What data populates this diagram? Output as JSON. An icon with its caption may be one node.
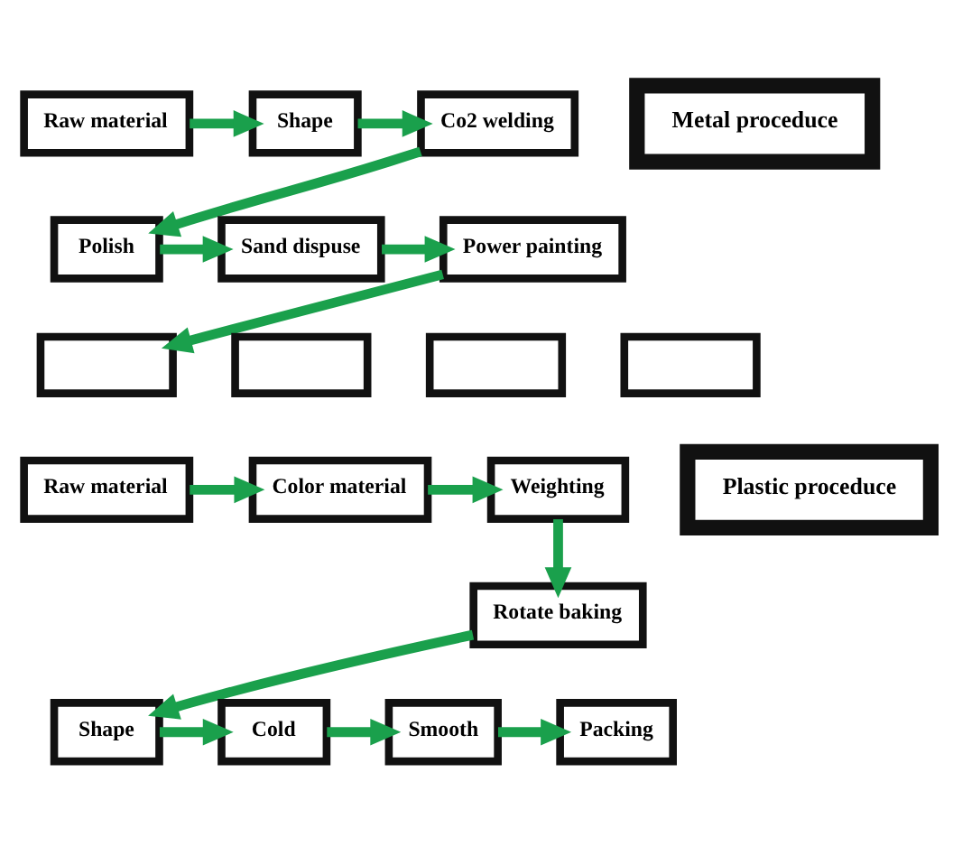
{
  "diagram": {
    "nodes": [
      {
        "text": [
          "Raw material"
        ]
      },
      {
        "text": [
          "Shape"
        ]
      },
      {
        "text": [
          "Co2 welding"
        ]
      },
      {
        "text": [
          "Metal proceduce"
        ]
      },
      {
        "text": [
          "Polish"
        ]
      },
      {
        "text": [
          "Sand dispuse"
        ]
      },
      {
        "text": [
          "Power painting"
        ]
      },
      {
        "text": [],
        "shape": "box"
      },
      {
        "text": [],
        "shape": "box"
      },
      {
        "text": [],
        "shape": "box"
      },
      {
        "text": [],
        "shape": "box"
      },
      {
        "text": [
          "Raw material"
        ]
      },
      {
        "text": [
          "Color material"
        ]
      },
      {
        "text": [
          "Weighting"
        ]
      },
      {
        "text": [
          "Plastic proceduce"
        ]
      },
      {
        "text": [
          "Rotate baking"
        ]
      },
      {
        "text": [
          "Shape"
        ]
      },
      {
        "text": [
          "Cold"
        ]
      },
      {
        "text": [
          "Smooth"
        ]
      },
      {
        "text": [
          "Packing"
        ]
      }
    ],
    "edges": [
      {
        "from": 0,
        "to": 1,
        "arrow": "to"
      },
      {
        "from": 1,
        "to": 2,
        "arrow": "to"
      },
      {
        "from": 2,
        "to": 4,
        "arrow": "to"
      },
      {
        "from": 4,
        "to": 5,
        "arrow": "to"
      },
      {
        "from": 5,
        "to": 6,
        "arrow": "to"
      },
      {
        "from": 6,
        "to": 7,
        "arrow": "to"
      },
      {
        "from": 11,
        "to": 12,
        "arrow": "to"
      },
      {
        "from": 12,
        "to": 13,
        "arrow": "to"
      },
      {
        "from": 13,
        "to": 15,
        "arrow": "to"
      },
      {
        "from": 15,
        "to": 16,
        "arrow": "to"
      },
      {
        "from": 16,
        "to": 17,
        "arrow": "to"
      },
      {
        "from": 17,
        "to": 18,
        "arrow": "to"
      },
      {
        "from": 18,
        "to": 19,
        "arrow": "to"
      }
    ]
  }
}
